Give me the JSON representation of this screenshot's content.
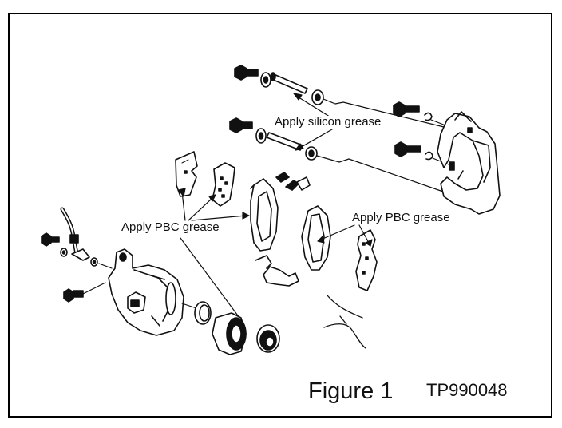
{
  "annotations": {
    "silicon": "Apply silicon grease",
    "pbc_left": "Apply PBC grease",
    "pbc_right": "Apply PBC grease"
  },
  "figure": {
    "title": "Figure 1",
    "code": "TP990048"
  },
  "colors": {
    "ink": "#111111",
    "paper": "#ffffff"
  }
}
